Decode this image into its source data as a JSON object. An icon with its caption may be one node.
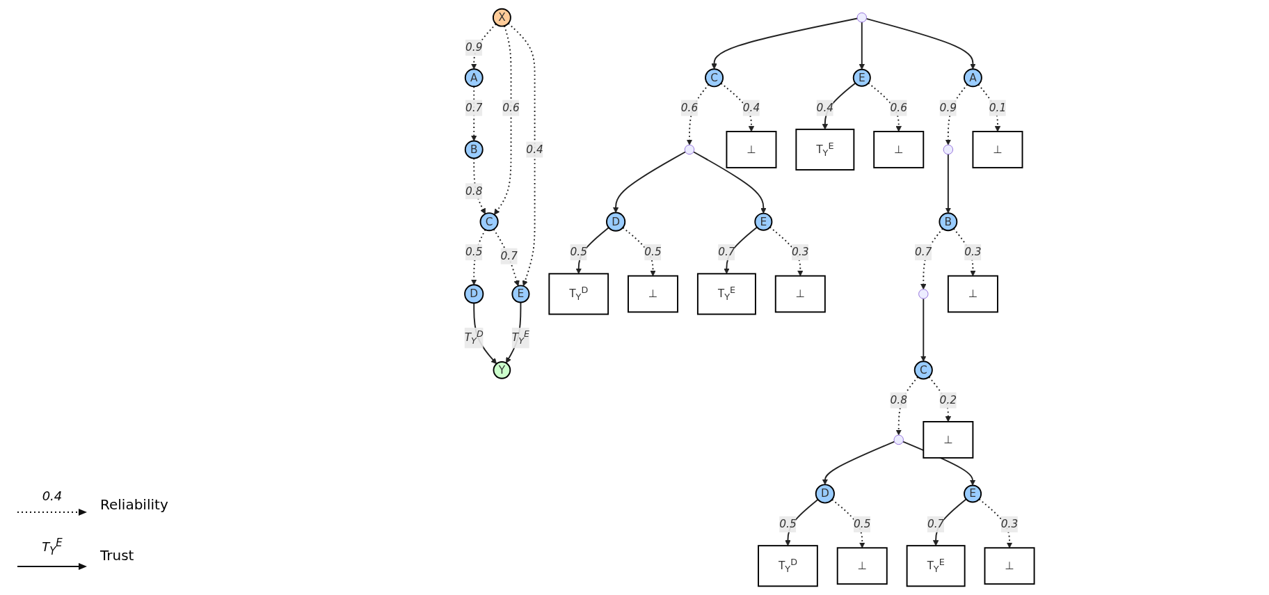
{
  "diagram": {
    "nodes": [
      {
        "text": [
          "A"
        ]
      },
      {
        "text": [
          "B"
        ]
      },
      {
        "text": [
          "C"
        ]
      },
      {
        "text": [
          "D"
        ]
      },
      {
        "text": [
          "X"
        ]
      },
      {
        "text": [
          "E"
        ]
      },
      {
        "text": [
          "Y"
        ]
      },
      {
        "text": [],
        "shape": "circle"
      },
      {
        "text": [
          "C"
        ]
      },
      {
        "text": [
          "E"
        ]
      },
      {
        "text": [
          "A"
        ]
      },
      {
        "text": [],
        "shape": "circle"
      },
      {
        "text": [
          "⊥"
        ]
      },
      {
        "text": [
          "T$_{Y}$$^{E}$"
        ]
      },
      {
        "text": [
          "⊥"
        ]
      },
      {
        "text": [],
        "shape": "circle"
      },
      {
        "text": [
          "⊥"
        ]
      },
      {
        "text": [
          "D"
        ]
      },
      {
        "text": [
          "E"
        ]
      },
      {
        "text": [
          "T$_{Y}$$^{D}$"
        ]
      },
      {
        "text": [
          "⊥"
        ]
      },
      {
        "text": [
          "T$_{Y}$$^{E}$"
        ]
      },
      {
        "text": [
          "⊥"
        ]
      },
      {
        "text": [
          "B"
        ]
      },
      {
        "text": [],
        "shape": "circle"
      },
      {
        "text": [
          "⊥"
        ]
      },
      {
        "text": [
          "C"
        ]
      },
      {
        "text": [],
        "shape": "circle"
      },
      {
        "text": [
          "⊥"
        ]
      },
      {
        "text": [
          "D"
        ]
      },
      {
        "text": [
          "E"
        ]
      },
      {
        "text": [
          "T$_{Y}$$^{D}$"
        ]
      },
      {
        "text": [
          "⊥"
        ]
      },
      {
        "text": [
          "T$_{Y}$$^{E}$"
        ]
      },
      {
        "text": [
          "⊥"
        ]
      }
    ],
    "edges": [
      {
        "from": 0,
        "to": 1,
        "arrow": "to",
        "label": "0.7",
        "style": "dashed"
      },
      {
        "from": 1,
        "to": 2,
        "arrow": "to",
        "label": "0.8",
        "style": "dashed"
      },
      {
        "from": 2,
        "to": 3,
        "arrow": "to",
        "label": "0.5",
        "style": "dashed"
      },
      {
        "from": 4,
        "to": 0,
        "arrow": "to",
        "label": "0.9",
        "style": "dashed"
      },
      {
        "from": 4,
        "to": 2,
        "arrow": "to",
        "label": "0.6",
        "style": "dashed"
      },
      {
        "from": 2,
        "to": 5,
        "arrow": "to",
        "label": "0.7",
        "style": "dashed"
      },
      {
        "from": 4,
        "to": 5,
        "arrow": "to",
        "label": "0.4",
        "style": "dashed"
      },
      {
        "from": 3,
        "to": 6,
        "arrow": "to",
        "label": "T$_{Y}$$^{D}$"
      },
      {
        "from": 5,
        "to": 6,
        "arrow": "to",
        "label": "T$_{Y}$$^{E}$"
      },
      {
        "from": 7,
        "to": 8,
        "arrow": "to"
      },
      {
        "from": 7,
        "to": 9,
        "arrow": "to"
      },
      {
        "from": 7,
        "to": 10,
        "arrow": "to"
      },
      {
        "from": 8,
        "to": 11,
        "arrow": "to",
        "label": "0.6",
        "style": "dashed"
      },
      {
        "from": 8,
        "to": 12,
        "arrow": "to",
        "label": "0.4",
        "style": "dashed"
      },
      {
        "from": 9,
        "to": 13,
        "arrow": "to",
        "label": "0.4"
      },
      {
        "from": 9,
        "to": 14,
        "arrow": "to",
        "label": "0.6",
        "style": "dashed"
      },
      {
        "from": 10,
        "to": 15,
        "arrow": "to",
        "label": "0.9",
        "style": "dashed"
      },
      {
        "from": 10,
        "to": 16,
        "arrow": "to",
        "label": "0.1",
        "style": "dashed"
      },
      {
        "from": 11,
        "to": 17,
        "arrow": "to"
      },
      {
        "from": 11,
        "to": 18,
        "arrow": "to"
      },
      {
        "from": 17,
        "to": 19,
        "arrow": "to",
        "label": "0.5"
      },
      {
        "from": 17,
        "to": 20,
        "arrow": "to",
        "label": "0.5",
        "style": "dashed"
      },
      {
        "from": 18,
        "to": 21,
        "arrow": "to",
        "label": "0.7"
      },
      {
        "from": 18,
        "to": 22,
        "arrow": "to",
        "label": "0.3",
        "style": "dashed"
      },
      {
        "from": 15,
        "to": 23,
        "arrow": "to"
      },
      {
        "from": 23,
        "to": 24,
        "arrow": "to",
        "label": "0.7",
        "style": "dashed"
      },
      {
        "from": 23,
        "to": 25,
        "arrow": "to",
        "label": "0.3",
        "style": "dashed"
      },
      {
        "from": 24,
        "to": 26,
        "arrow": "to"
      },
      {
        "from": 26,
        "to": 27,
        "arrow": "to",
        "label": "0.8",
        "style": "dashed"
      },
      {
        "from": 26,
        "to": 28,
        "arrow": "to",
        "label": "0.2",
        "style": "dashed"
      },
      {
        "from": 27,
        "to": 29,
        "arrow": "to"
      },
      {
        "from": 27,
        "to": 30,
        "arrow": "to"
      },
      {
        "from": 29,
        "to": 31,
        "arrow": "to",
        "label": "0.5"
      },
      {
        "from": 29,
        "to": 32,
        "arrow": "to",
        "label": "0.5",
        "style": "dashed"
      },
      {
        "from": 30,
        "to": 33,
        "arrow": "to",
        "label": "0.7"
      },
      {
        "from": 30,
        "to": 34,
        "arrow": "to",
        "label": "0.3",
        "style": "dashed"
      }
    ],
    "labels": [
      "0.4",
      "T$_{Y}$$^{E}$"
    ],
    "legend": [
      {
        "text": "Reliability"
      },
      {
        "text": "Trust"
      }
    ]
  }
}
